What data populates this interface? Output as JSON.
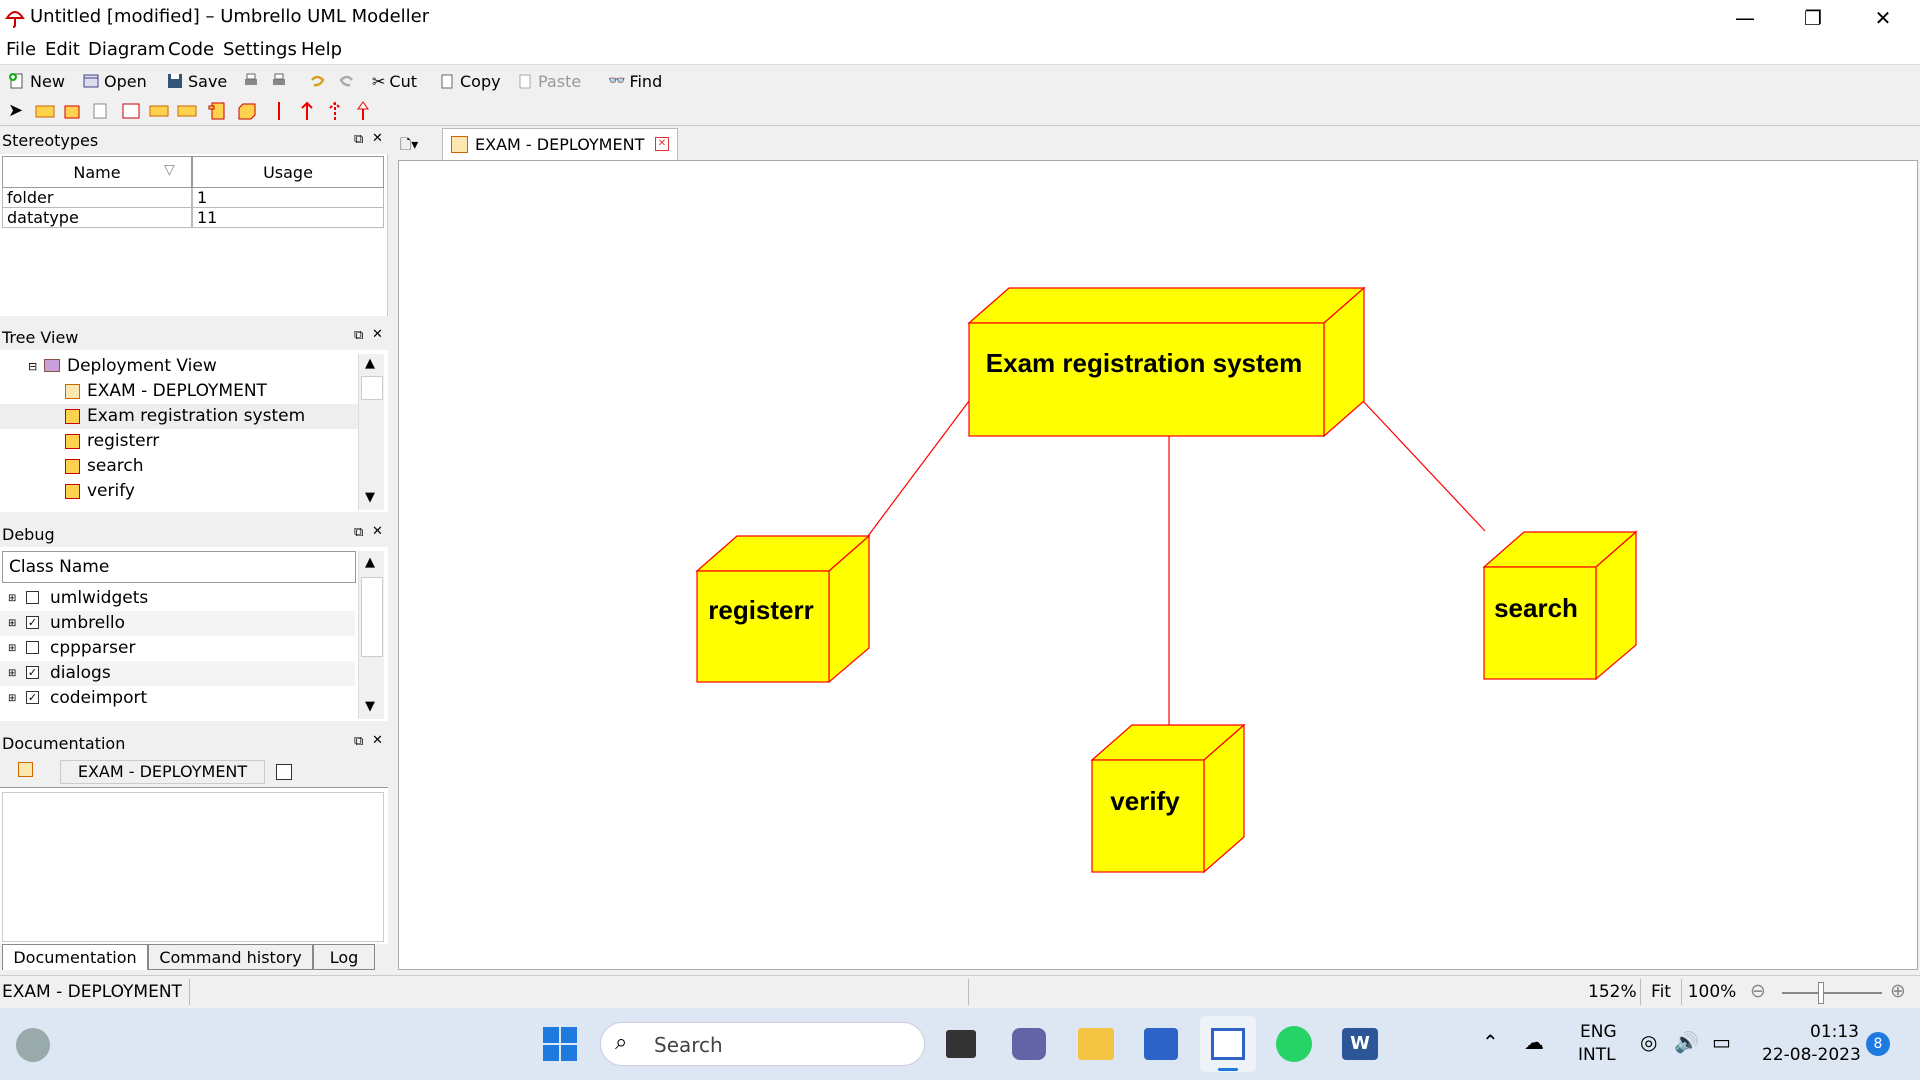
{
  "window": {
    "title": "Untitled [modified] – Umbrello UML Modeller"
  },
  "menu": [
    "File",
    "Edit",
    "Diagram",
    "Code",
    "Settings",
    "Help"
  ],
  "toolbar": {
    "new": "New",
    "open": "Open",
    "save": "Save",
    "cut": "Cut",
    "copy": "Copy",
    "paste": "Paste",
    "find": "Find"
  },
  "stereotypes": {
    "title": "Stereotypes",
    "col_name": "Name",
    "col_usage": "Usage",
    "rows": [
      {
        "name": "folder",
        "usage": "1"
      },
      {
        "name": "datatype",
        "usage": "11"
      }
    ]
  },
  "treeview": {
    "title": "Tree View",
    "root": "Deployment View",
    "items": [
      "EXAM - DEPLOYMENT",
      "Exam registration system",
      "registerr",
      "search",
      "verify"
    ]
  },
  "debug": {
    "title": "Debug",
    "col": "Class Name",
    "rows": [
      {
        "name": "umlwidgets",
        "checked": ""
      },
      {
        "name": "umbrello",
        "checked": "✓"
      },
      {
        "name": "cppparser",
        "checked": ""
      },
      {
        "name": "dialogs",
        "checked": "✓"
      },
      {
        "name": "codeimport",
        "checked": "✓"
      }
    ]
  },
  "documentation": {
    "title": "Documentation",
    "item": "EXAM - DEPLOYMENT"
  },
  "bottom_tabs": [
    "Documentation",
    "Command history",
    "Log"
  ],
  "diagram_tab": "EXAM - DEPLOYMENT",
  "diagram": {
    "nodes": {
      "main": "Exam registration system",
      "registerr": "registerr",
      "verify": "verify",
      "search": "search"
    },
    "colors": {
      "fill": "#ffff00",
      "line": "#ff0000"
    }
  },
  "status": {
    "left": "EXAM - DEPLOYMENT",
    "zoom": "152%",
    "fit": "Fit",
    "hundred": "100%"
  },
  "taskbar": {
    "search": "Search",
    "lang1": "ENG",
    "lang2": "INTL",
    "time": "01:13",
    "date": "22-08-2023",
    "badge": "8"
  }
}
